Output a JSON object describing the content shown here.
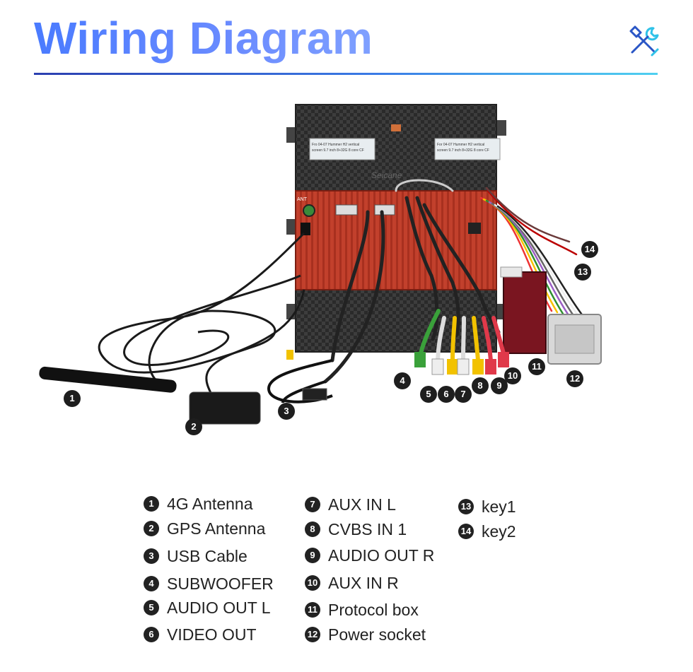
{
  "header": {
    "title": "Wiring Diagram",
    "icon": "tools-icon"
  },
  "diagram": {
    "device_labels": {
      "left_sticker": "Fro 04-07 Hummer H2 vertical screen 9.7 inch 8+32G 8 core CF",
      "right_sticker": "For 04-07 Hummer H2 vertical screen 9.7 inch 8+32G 8 core CF",
      "brand": "Seicane",
      "ant_port": "ANT"
    },
    "markers": [
      "1",
      "2",
      "3",
      "4",
      "5",
      "6",
      "7",
      "8",
      "9",
      "10",
      "11",
      "12",
      "13",
      "14"
    ]
  },
  "legend": {
    "col1": [
      {
        "num": "1",
        "label": "4G Antenna"
      },
      {
        "num": "2",
        "label": "GPS Antenna"
      },
      {
        "num": "3",
        "label": "USB  Cable"
      },
      {
        "num": "4",
        "label": "SUBWOOFER"
      },
      {
        "num": "5",
        "label": "AUDIO OUT L"
      },
      {
        "num": "6",
        "label": "VIDEO OUT"
      }
    ],
    "col2": [
      {
        "num": "7",
        "label": "AUX IN L"
      },
      {
        "num": "8",
        "label": "CVBS IN 1"
      },
      {
        "num": "9",
        "label": "AUDIO OUT R"
      },
      {
        "num": "10",
        "label": "AUX IN R"
      },
      {
        "num": "11",
        "label": "Protocol box"
      },
      {
        "num": "12",
        "label": "Power socket"
      }
    ],
    "col3": [
      {
        "num": "13",
        "label": "key1"
      },
      {
        "num": "14",
        "label": "key2"
      }
    ]
  },
  "colors": {
    "title_gradient_start": "#4a7bff",
    "rule_start": "#2b3fb0",
    "rule_end": "#4fd0f0",
    "icon_blue": "#2a56c6",
    "icon_cyan": "#2fc2e8"
  }
}
